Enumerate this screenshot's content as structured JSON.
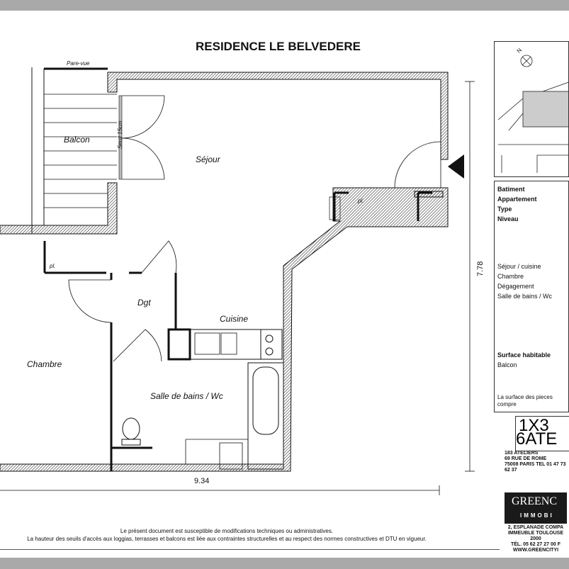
{
  "title": "RESIDENCE LE BELVEDERE",
  "rooms": {
    "balcon": "Balcon",
    "pare_vue": "Pare-vue",
    "seuil": "Seuil 15cm",
    "sejour": "Séjour",
    "dgt": "Dgt",
    "cuisine": "Cuisine",
    "chambre": "Chambre",
    "sdb": "Salle de bains / Wc",
    "pl1": "pl.",
    "pl2": "pl."
  },
  "dimensions": {
    "height": "7.78",
    "width": "9.34"
  },
  "info": {
    "fields": [
      "Batiment",
      "Appartement",
      "Type",
      "Niveau"
    ],
    "rooms": [
      "Séjour / cuisine",
      "Chambre",
      "Dégagement",
      "Salle de bains / Wc"
    ],
    "surface": "Surface habitable",
    "balcon": "Balcon",
    "note": "La surface des pieces compre"
  },
  "map": {
    "north": "N"
  },
  "atelier": {
    "logo": "1X3 6ATE",
    "lines": [
      "183 ATELIERS",
      "69 RUE DE ROME",
      "75008 PARIS   TEL 01 47 73 62 37"
    ]
  },
  "greencity": {
    "logo": "GREENC",
    "sub": "IMMOBI",
    "lines": [
      "2, ESPLANADE COMPA",
      "IMMEUBLE TOULOUSE 2000",
      "TÉL. 05 62 27 27 00  F",
      "WWW.GREENCITYI"
    ]
  },
  "footer": [
    "Le présent document est susceptible de modifications techniques ou administratives.",
    "La hauteur des seuils d'accès aux loggias, terrasses et balcons est liée aux contraintes structurelles et au respect des normes constructives et DTU en vigueur."
  ]
}
